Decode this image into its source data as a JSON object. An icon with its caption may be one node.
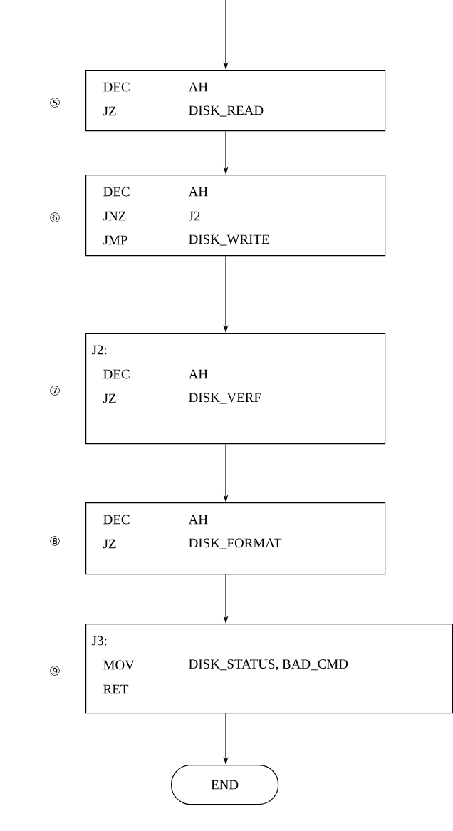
{
  "diagram": {
    "nodes": [
      {
        "text": [
          "DEC",
          "AH",
          "JZ",
          "DISK_READ"
        ],
        "beside": [
          "⑤"
        ]
      },
      {
        "text": [
          "DEC",
          "AH",
          "JNZ",
          "J2",
          "JMP",
          "DISK_WRITE"
        ],
        "beside": [
          "⑥"
        ]
      },
      {
        "text": [
          "J2:",
          "DEC",
          "AH",
          "JZ",
          "DISK_VERF"
        ],
        "beside": [
          "⑦"
        ]
      },
      {
        "text": [
          "DEC",
          "AH",
          "JZ",
          "DISK_FORMAT"
        ],
        "beside": [
          "⑧"
        ]
      },
      {
        "text": [
          "J3:",
          "MOV",
          "DISK_STATUS, BAD_CMD",
          "RET"
        ],
        "beside": [
          "⑨"
        ]
      },
      {
        "text": [
          "END"
        ]
      }
    ],
    "edges": [
      {
        "from": null,
        "to": 0,
        "arrow": "to"
      },
      {
        "from": 0,
        "to": 1,
        "arrow": "to"
      },
      {
        "from": 1,
        "to": 2,
        "arrow": "to"
      },
      {
        "from": 2,
        "to": 3,
        "arrow": "to"
      },
      {
        "from": 3,
        "to": 4,
        "arrow": "to"
      },
      {
        "from": 4,
        "to": 5,
        "arrow": "to"
      }
    ]
  }
}
